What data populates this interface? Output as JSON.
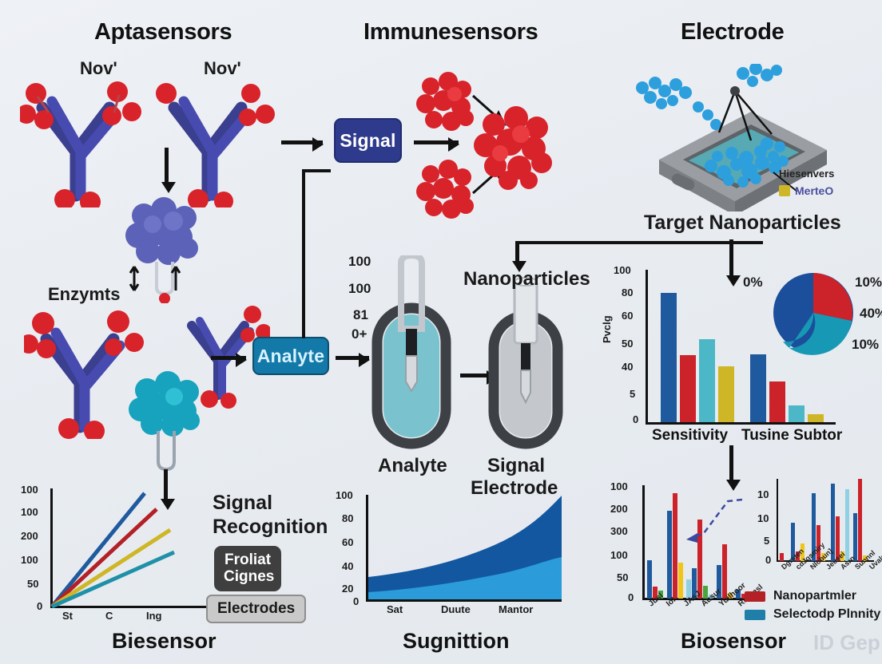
{
  "headings": {
    "left": "Aptasensors",
    "center": "Immunesensors",
    "right": "Electrode"
  },
  "labels": {
    "nov_left": "Nov'",
    "nov_right": "Nov'",
    "enzymes": "Enzymts",
    "signal_box": "Signal",
    "analyte_box": "Analyte",
    "target_nanoparticles": "Target Nanoparticles",
    "nanoparticles": "Nanoparticles",
    "analyte_vessel": "Analyte",
    "signal_electrode_line1": "Signal",
    "signal_electrode_line2": "Electrode",
    "electrode_legend_title": "Hiesenvers",
    "electrode_legend_item": "MerteO",
    "signal_recognition_line1": "Signal",
    "signal_recognition_line2": "Recognition",
    "button_dark_line1": "Froliat",
    "button_dark_line2": "Cignes",
    "button_light": "Electrodes",
    "watermark": "ID Gep"
  },
  "scale_marks": [
    "100",
    "100",
    "81",
    "0+"
  ],
  "colors": {
    "navy": "#1f5a9e",
    "deep_navy": "#2e3a8c",
    "red": "#cc2229",
    "teal": "#4cb7c6",
    "gold": "#cfb627",
    "blue_mid": "#1279a8",
    "green": "#49a63c",
    "light_blue": "#8fd0e4",
    "yellow": "#f0c419"
  },
  "chart_data": [
    {
      "id": "line-chart-biesensor",
      "type": "line",
      "title": "Biesensor",
      "xlabel": "",
      "ylabel": "",
      "x_ticks": [
        "St",
        "C",
        "Ing"
      ],
      "y_ticks": [
        "100",
        "100",
        "200",
        "100",
        "50",
        "0"
      ],
      "ylim": [
        0,
        100
      ],
      "grid": false,
      "legend": "none",
      "series": [
        {
          "name": "series-1",
          "color": "#1f5a9e",
          "values": [
            0,
            100
          ]
        },
        {
          "name": "series-2",
          "color": "#b32025",
          "values": [
            0,
            84
          ]
        },
        {
          "name": "series-3",
          "color": "#cfb627",
          "values": [
            0,
            62
          ]
        },
        {
          "name": "series-4",
          "color": "#1f90a8",
          "values": [
            0,
            39
          ]
        }
      ]
    },
    {
      "id": "area-chart-sugnittion",
      "type": "area",
      "title": "Sugnittion",
      "xlabel": "",
      "ylabel": "",
      "x_ticks": [
        "Sat",
        "Duute",
        "Mantor"
      ],
      "y_ticks": [
        "0",
        "20",
        "40",
        "60",
        "80",
        "100"
      ],
      "ylim": [
        0,
        100
      ],
      "grid": false,
      "legend": "none",
      "series": [
        {
          "name": "lower",
          "color": "#2b9bd9",
          "values": [
            8,
            11,
            15,
            20,
            30,
            41
          ]
        },
        {
          "name": "upper",
          "color": "#12579f",
          "values": [
            22,
            28,
            36,
            48,
            68,
            100
          ]
        }
      ]
    },
    {
      "id": "bar-chart-sensitivity",
      "type": "bar",
      "title": "",
      "xlabel": "",
      "ylabel": "Pvclg",
      "categories": [
        "Sensitivity",
        "Tusine Subtor"
      ],
      "y_ticks": [
        "100",
        "80",
        "60",
        "50",
        "40",
        "5",
        "0"
      ],
      "ylim": [
        0,
        100
      ],
      "grid": false,
      "legend": "none",
      "series": [
        {
          "name": "navy",
          "color": "#1f5a9e",
          "values": [
            90,
            47
          ]
        },
        {
          "name": "red",
          "color": "#cc2229",
          "values": [
            46,
            28
          ]
        },
        {
          "name": "teal",
          "color": "#4cb7c6",
          "values": [
            57,
            11
          ]
        },
        {
          "name": "gold",
          "color": "#cfb627",
          "values": [
            39,
            5
          ]
        }
      ]
    },
    {
      "id": "pie-chart-distribution",
      "type": "pie",
      "title": "",
      "labels": [
        "0%",
        "10%",
        "40%",
        "10%"
      ],
      "slices": [
        {
          "name": "navy",
          "color": "#1b4f9c",
          "value": 45
        },
        {
          "name": "red",
          "color": "#cc2229",
          "value": 25
        },
        {
          "name": "teal",
          "color": "#1799b5",
          "value": 30
        }
      ],
      "legend": "none"
    },
    {
      "id": "bar-chart-biosensor",
      "type": "bar",
      "title": "Biosensor",
      "xlabel": "",
      "ylabel": "",
      "categories": [
        "Jusl",
        "Iol",
        "JAsJ",
        "Ausur",
        "Yuilhoor",
        "Rufensl"
      ],
      "y_ticks": [
        "100",
        "200",
        "300",
        "100",
        "50",
        "0"
      ],
      "ylim": [
        0,
        100
      ],
      "grid": false,
      "legend": "none",
      "series": [
        {
          "name": "navy",
          "color": "#1f5a9e",
          "values": [
            34,
            78,
            0,
            27,
            30,
            8
          ]
        },
        {
          "name": "red",
          "color": "#cc2229",
          "values": [
            10,
            93,
            0,
            70,
            48,
            4
          ]
        },
        {
          "name": "gold",
          "color": "#f0c419",
          "values": [
            0,
            0,
            32,
            0,
            5,
            0
          ]
        },
        {
          "name": "light-blue",
          "color": "#8fd0e4",
          "values": [
            0,
            0,
            17,
            11,
            0,
            0
          ]
        },
        {
          "name": "green",
          "color": "#49a63c",
          "values": [
            7,
            0,
            0,
            3,
            0,
            0
          ]
        }
      ]
    },
    {
      "id": "bar-chart-small",
      "type": "bar",
      "title": "",
      "xlabel": "",
      "ylabel": "",
      "categories": [
        "Dgrsten",
        "cdJgsmiry",
        "Nlobun]",
        "Jeusei",
        "Asrn",
        "Sunnnl",
        "Uvalsto"
      ],
      "y_ticks": [
        "10",
        "10",
        "5",
        "0"
      ],
      "ylim": [
        0,
        12
      ],
      "grid": false,
      "legend": "visible",
      "legend_items": [
        {
          "label": "Nanopartmler",
          "color": "#b32025"
        },
        {
          "label": "Selectodp Plnnity",
          "color": "#1f7fa8"
        }
      ],
      "series": [
        {
          "name": "red-a",
          "color": "#cc2229",
          "values": [
            1.1,
            1.3,
            5.3,
            6.7,
            12.4,
            0.8,
            2.4
          ]
        },
        {
          "name": "navy",
          "color": "#1f5a9e",
          "values": [
            0,
            5.8,
            10.2,
            11.6,
            7.2,
            4.1,
            0
          ]
        },
        {
          "name": "gold",
          "color": "#f0c419",
          "values": [
            0,
            2.5,
            1.1,
            1.4,
            0.9,
            0,
            0
          ]
        },
        {
          "name": "light-blue",
          "color": "#8fd0e4",
          "values": [
            0,
            0,
            0,
            10.7,
            0,
            0,
            1.0
          ]
        }
      ]
    }
  ]
}
